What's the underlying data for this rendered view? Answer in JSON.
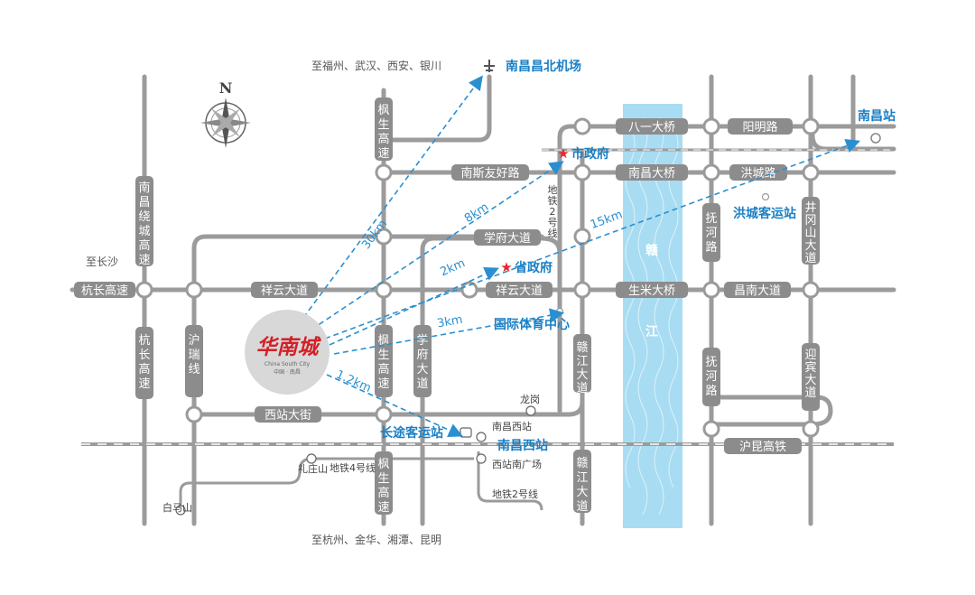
{
  "compass_label": "N",
  "destinations": {
    "north": "至福州、武汉、西安、银川",
    "south": "至杭州、金华、湘潭、昆明",
    "west": "至长沙"
  },
  "roads": {
    "jingguang": "南昌绕城高速",
    "hangchang_vertical": "杭长高速",
    "hangchang_horizontal": "杭长高速",
    "hurui": "沪瑞线",
    "fengsheng_north": "枫生高速",
    "fengsheng_mid": "枫生高速",
    "fengsheng_south": "枫生高速",
    "xuefu_road": "学府大道",
    "nansiyou": "南斯友好路",
    "xuefu_avenue": "学府大道",
    "xiangyun_west": "祥云大道",
    "xiangyun_east": "祥云大道",
    "xizhan": "西站大街",
    "bayi": "八一大桥",
    "nanchang_bridge": "南昌大桥",
    "shengmi": "生米大桥",
    "yangming": "阳明路",
    "hongcheng": "洪城路",
    "changnan": "昌南大道",
    "fuhe_north": "抚河路",
    "fuhe_south": "抚河路",
    "jinggangshan": "井冈山大道",
    "yingbin": "迎宾大道",
    "ganjiang_north": "赣江大道",
    "ganjiang_south": "赣江大道",
    "hukun": "沪昆高铁",
    "river": "赣江"
  },
  "metro": {
    "line2_vertical": "地铁2号线",
    "line4": "地铁4号线",
    "line2_south": "地铁2号线",
    "stations": [
      "龙岗",
      "南昌西站",
      "西站南广场",
      "礼庄山",
      "白马山"
    ]
  },
  "landmarks": {
    "airport": "南昌昌北机场",
    "nanchang_station": "南昌站",
    "city_gov": "市政府",
    "province_gov": "省政府",
    "hongcheng_bus": "洪城客运站",
    "sports_center": "国际体育中心",
    "long_bus": "长途客运站",
    "west_station": "南昌西站"
  },
  "distances": {
    "airport": "30km",
    "city_gov": "8km",
    "nanchang_station": "15km",
    "province_gov": "2km",
    "sports_center": "3km",
    "long_bus": "1.2km"
  },
  "logo": {
    "name": "华南城",
    "sub_en": "China South City",
    "sub_cn": "中国 · 南昌"
  },
  "colors": {
    "road": "#9b9b9b",
    "river": "#a8dcf2",
    "accent": "#1a7fc4",
    "star": "#e8262b",
    "logo": "#d22027"
  }
}
